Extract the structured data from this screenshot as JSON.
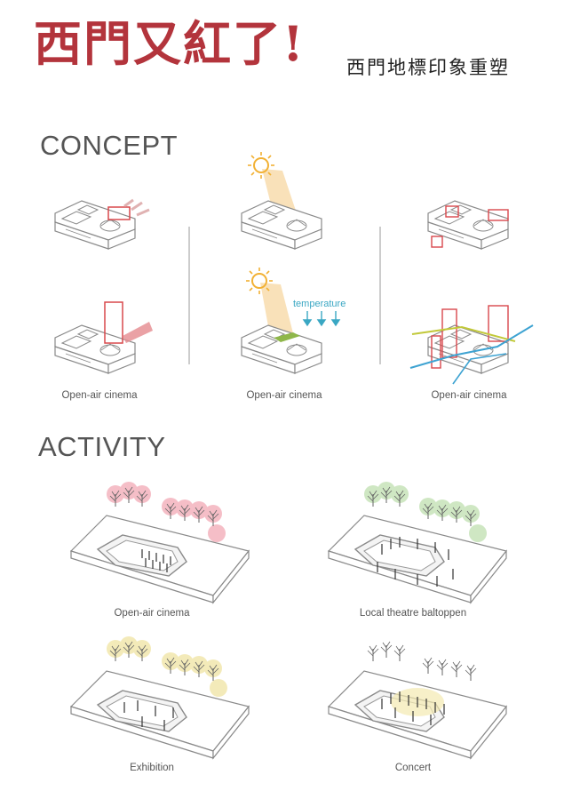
{
  "header": {
    "title": "西門又紅了!",
    "subtitle": "西門地標印象重塑"
  },
  "concept": {
    "heading": "CONCEPT",
    "temperature_label": "temperature",
    "captions": [
      "Open-air cinema",
      "Open-air cinema",
      "Open-air cinema"
    ]
  },
  "activity": {
    "heading": "ACTIVITY",
    "captions": [
      "Open-air cinema",
      "Local theatre baltoppen",
      "Exhibition",
      "Concert"
    ]
  },
  "colors": {
    "title_red": "#b3343c",
    "accent_red": "#d9484c",
    "sun": "#f2b134",
    "sun_beam": "#f7d9a8",
    "temperature": "#3aa7c3",
    "green_roof": "#8fb74a",
    "wind_yellow": "#c2c93a",
    "wind_blue": "#3ea3d2",
    "tree_pink": "#f2a9b5",
    "tree_green": "#bfe0b0",
    "tree_yellow": "#f1e6a8",
    "line_gray": "#8a8a8a"
  }
}
